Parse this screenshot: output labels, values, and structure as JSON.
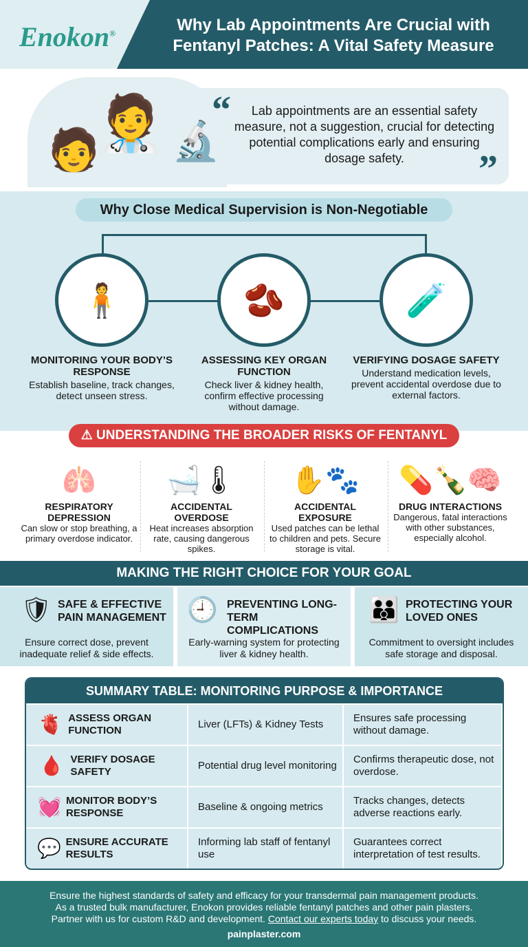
{
  "header": {
    "logo": "Enokon",
    "logo_mark": "®",
    "title": "Why Lab Appointments Are Crucial with Fentanyl Patches: A Vital Safety Measure"
  },
  "quote": {
    "open": "“",
    "close": "”",
    "text": "Lab appointments are an essential safety measure, not a suggestion, crucial for detecting potential complications early and ensuring dosage safety."
  },
  "supervision": {
    "title": "Why Close Medical Supervision is Non-Negotiable",
    "items": [
      {
        "icon": "body-monitoring-icon",
        "glyph": "🧍",
        "title": "MONITORING YOUR BODY’S RESPONSE",
        "desc": "Establish baseline, track changes, detect unseen stress."
      },
      {
        "icon": "liver-kidney-icon",
        "glyph": "🫘",
        "title": "ASSESSING KEY ORGAN FUNCTION",
        "desc": "Check liver & kidney health, confirm effective processing without damage."
      },
      {
        "icon": "test-tube-thermometer-icon",
        "glyph": "🧪",
        "title": "VERIFYING DOSAGE SAFETY",
        "desc": "Understand medication levels, prevent accidental overdose due to external factors."
      }
    ]
  },
  "risks": {
    "title": "UNDERSTANDING THE BROADER RISKS OF FENTANYL",
    "items": [
      {
        "icon": "lungs-icon",
        "glyph": "🫁",
        "title": "RESPIRATORY DEPRESSION",
        "desc": "Can slow or stop breathing, a primary overdose indicator."
      },
      {
        "icon": "heat-bath-thermometer-icon",
        "glyph": "🛁🌡",
        "title": "ACCIDENTAL OVERDOSE",
        "desc": "Heat increases absorption rate, causing dangerous spikes."
      },
      {
        "icon": "hand-paw-icon",
        "glyph": "✋🐾",
        "title": "ACCIDENTAL EXPOSURE",
        "desc": "Used patches can be lethal to children and pets. Secure storage is vital."
      },
      {
        "icon": "pills-alcohol-brain-icon",
        "glyph": "💊🍾🧠",
        "title": "DRUG INTERACTIONS",
        "desc": "Dangerous, fatal interactions with other substances, especially alcohol."
      }
    ]
  },
  "goals": {
    "title": "MAKING THE RIGHT CHOICE FOR YOUR GOAL",
    "items": [
      {
        "icon": "shield-heart-icon",
        "glyph": "🛡",
        "title": "SAFE & EFFECTIVE PAIN MANAGEMENT",
        "desc": "Ensure correct dose, prevent inadequate relief & side effects."
      },
      {
        "icon": "clock-check-icon",
        "glyph": "🕘",
        "title": "PREVENTING LONG-TERM COMPLICATIONS",
        "desc": "Early-warning system for protecting liver & kidney health."
      },
      {
        "icon": "family-lock-icon",
        "glyph": "👪",
        "title": "PROTECTING YOUR LOVED ONES",
        "desc": "Commitment to oversight includes safe storage and disposal."
      }
    ]
  },
  "summary": {
    "title": "SUMMARY TABLE: MONITORING PURPOSE & IMPORTANCE",
    "rows": [
      {
        "icon": "liver-icon",
        "glyph": "🫀",
        "purpose": "ASSESS ORGAN FUNCTION",
        "test": "Liver (LFTs) & Kidney Tests",
        "importance": "Ensures safe processing without damage."
      },
      {
        "icon": "blood-drop-icon",
        "glyph": "🩸",
        "purpose": "VERIFY DOSAGE SAFETY",
        "test": "Potential drug level monitoring",
        "importance": "Confirms therapeutic dose, not overdose."
      },
      {
        "icon": "heartbeat-icon",
        "glyph": "💓",
        "purpose": "MONITOR BODY’S RESPONSE",
        "test": "Baseline & ongoing metrics",
        "importance": "Tracks changes, detects adverse reactions early."
      },
      {
        "icon": "chat-bubble-icon",
        "glyph": "💬",
        "purpose": "ENSURE ACCURATE RESULTS",
        "test": "Informing lab staff of fentanyl use",
        "importance": "Guarantees correct interpretation of test results."
      }
    ]
  },
  "footer": {
    "line1": "Ensure the highest standards of safety and efficacy for your transdermal pain management products.",
    "line2": "As a trusted bulk manufacturer, Enokon provides reliable fentanyl patches and other pain plasters.",
    "line3_pre": "Partner with us for custom R&D and development. ",
    "link": "Contact our experts today",
    "line3_post": " to discuss your needs.",
    "site": "painplaster.com"
  },
  "colors": {
    "primary": "#245b68",
    "accent": "#2a9a8c",
    "danger": "#d9403f",
    "light": "#d6eaef",
    "footer": "#2a7775"
  }
}
